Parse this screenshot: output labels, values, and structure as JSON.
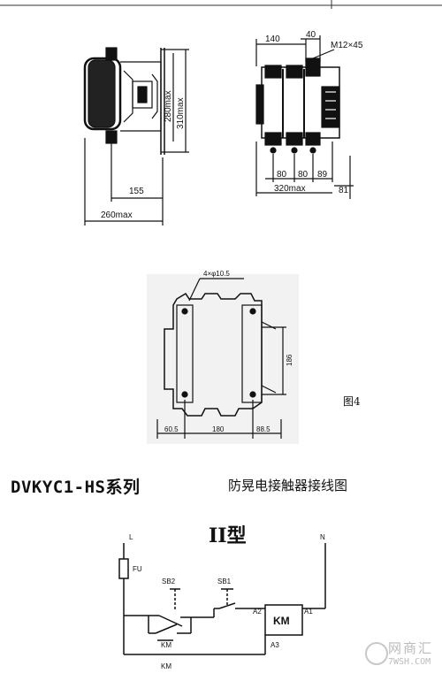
{
  "drawing1": {
    "dim_155": "155",
    "dim_260max": "260max",
    "dim_280max": "280max",
    "dim_310max": "310max"
  },
  "drawing2": {
    "dim_140": "140",
    "dim_40": "40",
    "dim_m12": "M12×45",
    "dim_80a": "80",
    "dim_80b": "80",
    "dim_89": "89",
    "dim_320max": "320max",
    "dim_81": "81"
  },
  "drawing3": {
    "dim_holes": "4×φ10.5",
    "dim_186": "186",
    "dim_60_5": "60.5",
    "dim_180": "180",
    "dim_88_5": "88.5"
  },
  "figure_label": "图4",
  "series_title": "DVKYC1-HS系列",
  "series_subtitle": "防晃电接触器接线图",
  "wiring": {
    "type_title": "II型",
    "label_L": "L",
    "label_N": "N",
    "label_fuse": "FU",
    "label_sb2": "SB2",
    "label_sb1": "SB1",
    "label_km_box": "KM",
    "label_a2": "A2",
    "label_a1": "A1",
    "label_a3": "A3",
    "label_km_contact": "KM",
    "label_km_lower": "KM"
  },
  "watermark": {
    "line1": "网商汇",
    "line2": "7WSH.COM"
  }
}
